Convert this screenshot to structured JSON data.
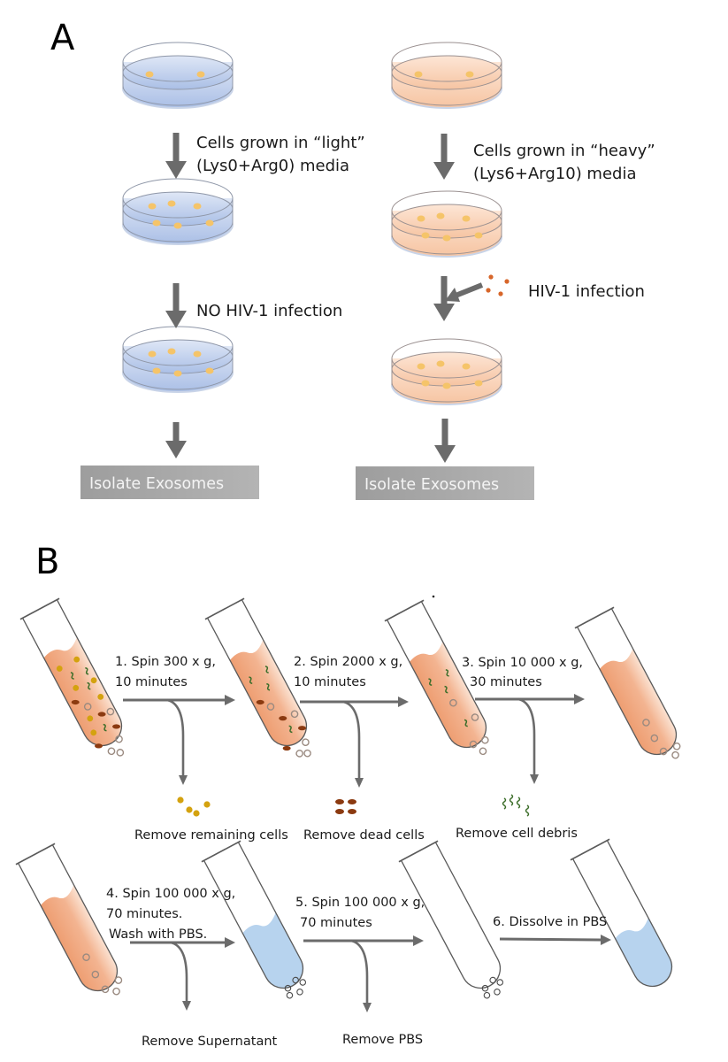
{
  "figure": {
    "panel_a": {
      "letter": "A",
      "light_arm": {
        "step1_line1": "Cells grown in “light”",
        "step1_line2": "(Lys0+Arg0) media",
        "step2": "NO HIV-1 infection",
        "final": "Isolate Exosomes",
        "media_color": "#b9cbea",
        "dish_cells": [
          2,
          6,
          6
        ]
      },
      "heavy_arm": {
        "step1_line1": "Cells grown in “heavy”",
        "step1_line2": "(Lys6+Arg10) media",
        "step2": "HIV-1 infection",
        "final": "Isolate Exosomes",
        "media_color": "#f8cfb4",
        "dish_cells": [
          2,
          6,
          6
        ]
      },
      "cell_color": "#f5c469",
      "virus_color": "#d7662a",
      "arrow_color": "#6b6b6b",
      "box_color": "#a3a3a3"
    },
    "panel_b": {
      "letter": "B",
      "steps": [
        {
          "line1": "1. Spin 300 x g,",
          "line2": "10 minutes",
          "line3": "",
          "removed": "Remove remaining cells"
        },
        {
          "line1": "2. Spin 2000 x g,",
          "line2": "10 minutes",
          "line3": "",
          "removed": "Remove dead cells"
        },
        {
          "line1": "3. Spin 10 000 x g,",
          "line2": "30 minutes",
          "line3": "",
          "removed": "Remove cell debris"
        },
        {
          "line1": "4. Spin 100 000 x g,",
          "line2": "70 minutes.",
          "line3": "Wash with PBS.",
          "removed": "Remove Supernatant"
        },
        {
          "line1": "5. Spin 100 000 x g,",
          "line2": "70 minutes",
          "line3": "",
          "removed": "Remove  PBS"
        },
        {
          "line1": "6. Dissolve in PBS",
          "line2": "",
          "line3": "",
          "removed": ""
        }
      ],
      "colors": {
        "medium": "#f1a57a",
        "pbs": "#b7d3ee",
        "live_cell": "#d4a20f",
        "dead_cell": "#8b3a10",
        "debris": "#3c6e2a",
        "exosome": "#9a8a80",
        "arrow": "#6b6b6b"
      }
    }
  }
}
